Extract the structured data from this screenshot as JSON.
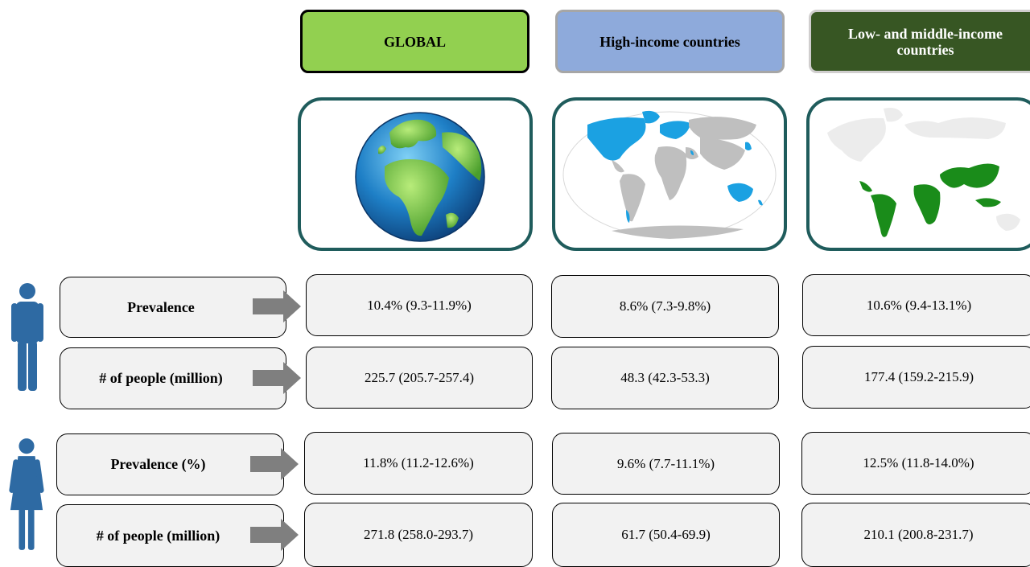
{
  "headers": {
    "global": "GLOBAL",
    "high_income": "High-income countries",
    "low_middle_income": "Low- and middle-income countries"
  },
  "colors": {
    "global_header": "#92d050",
    "high_income_header": "#8eaadb",
    "low_middle_header": "#375623",
    "box_border": "#1f5c5c",
    "arrow": "#7f7f7f",
    "person": "#2e6aa3",
    "high_income_map": "#1ba1e2",
    "low_middle_map": "#1a8c1a"
  },
  "icons": {
    "male": "male-person-icon",
    "female": "female-person-icon",
    "globe": "globe-image",
    "hic_map": "high-income-world-map",
    "lmic_map": "low-middle-income-world-map"
  },
  "rows": [
    {
      "group": "male",
      "label": "Prevalence",
      "global": "10.4% (9.3-11.9%)",
      "high": "8.6% (7.3-9.8%)",
      "low": "10.6% (9.4-13.1%)"
    },
    {
      "group": "male",
      "label": "# of people (million)",
      "global": "225.7 (205.7-257.4)",
      "high": "48.3 (42.3-53.3)",
      "low": "177.4 (159.2-215.9)"
    },
    {
      "group": "female",
      "label": "Prevalence (%)",
      "global": "11.8% (11.2-12.6%)",
      "high": "9.6% (7.7-11.1%)",
      "low": "12.5% (11.8-14.0%)"
    },
    {
      "group": "female",
      "label": "# of people (million)",
      "global": "271.8 (258.0-293.7)",
      "high": "61.7 (50.4-69.9)",
      "low": "210.1 (200.8-231.7)"
    }
  ]
}
